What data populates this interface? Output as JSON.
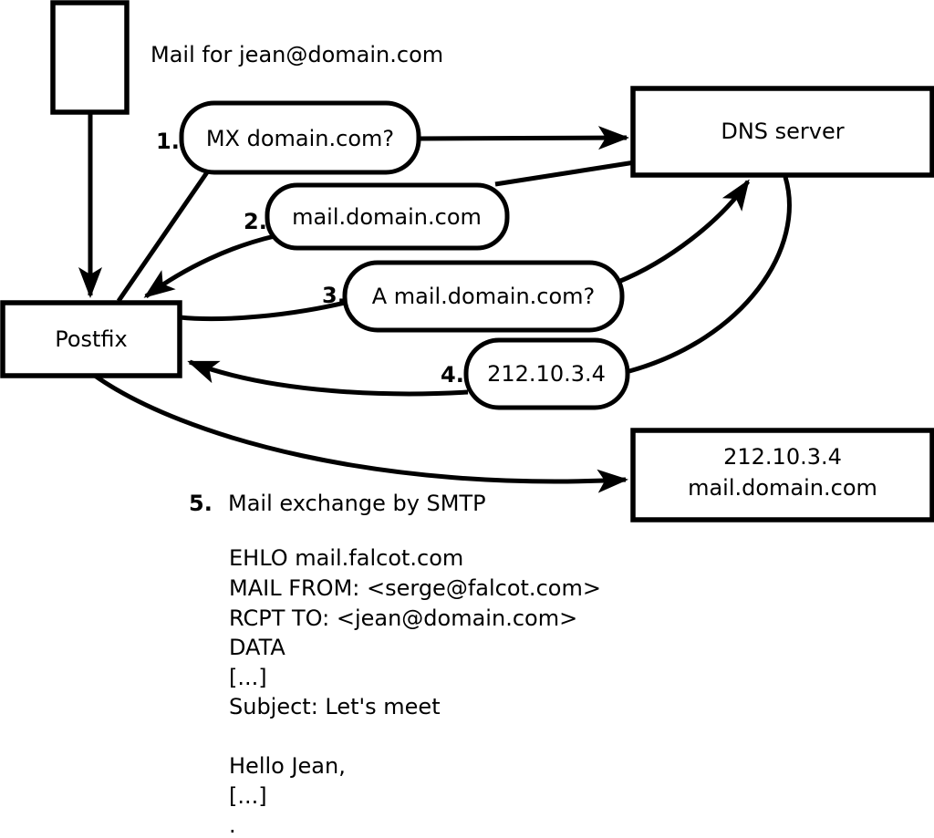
{
  "diagram": {
    "title": "Mail for jean@domain.com",
    "colors": {
      "ink": "#000000",
      "paper": "#ffffff"
    },
    "nodes": {
      "message": "",
      "postfix": "Postfix",
      "dns_server": "DNS server",
      "mail_server_line1": "212.10.3.4",
      "mail_server_line2": "mail.domain.com"
    },
    "steps": [
      {
        "num": "1.",
        "label": "MX domain.com?"
      },
      {
        "num": "2.",
        "label": "mail.domain.com"
      },
      {
        "num": "3.",
        "label": "A mail.domain.com?"
      },
      {
        "num": "4.",
        "label": "212.10.3.4"
      },
      {
        "num": "5.",
        "label": "Mail exchange by SMTP"
      }
    ],
    "smtp_session": {
      "lines": [
        "EHLO mail.falcot.com",
        "MAIL FROM: <serge@falcot.com>",
        "RCPT TO: <jean@domain.com>",
        "DATA",
        "[...]",
        "Subject: Let's meet",
        "",
        "Hello Jean,",
        "[...]",
        "."
      ]
    }
  }
}
